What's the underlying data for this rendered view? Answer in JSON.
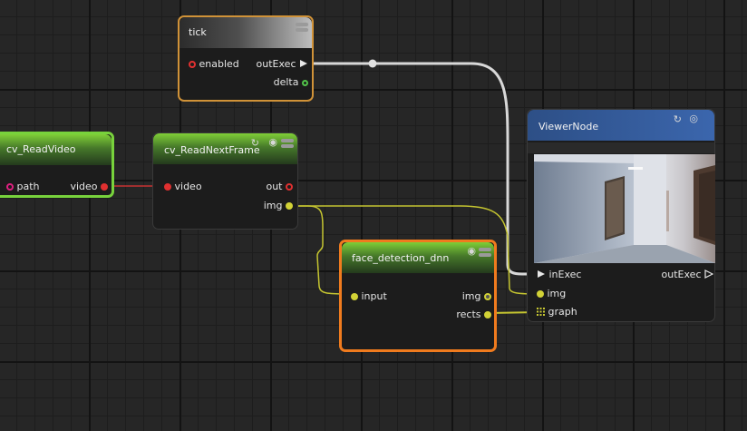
{
  "nodes": {
    "tick": {
      "title": "tick",
      "inputs": [
        "enabled"
      ],
      "outputs": [
        "outExec",
        "delta"
      ]
    },
    "read_video": {
      "title": "cv_ReadVideo",
      "inputs": [
        "path"
      ],
      "outputs": [
        "video"
      ]
    },
    "read_next_frame": {
      "title": "cv_ReadNextFrame",
      "inputs": [
        "video"
      ],
      "outputs": [
        "out",
        "img"
      ]
    },
    "face_detection": {
      "title": "face_detection_dnn",
      "inputs": [
        "input"
      ],
      "outputs": [
        "img",
        "rects"
      ]
    },
    "viewer": {
      "title": "ViewerNode",
      "inputs": [
        "inExec",
        "img",
        "graph"
      ],
      "outputs": [
        "outExec"
      ]
    }
  },
  "icons": {
    "menu": "hamburger-icon",
    "visibility": "eye-icon",
    "refresh": "refresh-icon",
    "hidden": "eye-slash-icon"
  },
  "colors": {
    "exec_port": "#e8e8e8",
    "data_port": "#d2d236",
    "video_port": "#e03030",
    "path_port": "#e02080",
    "graph_port": "#c8c832",
    "selected_border": "#f07b1e",
    "tick_border": "#d09238",
    "green_border": "#78d23c"
  }
}
